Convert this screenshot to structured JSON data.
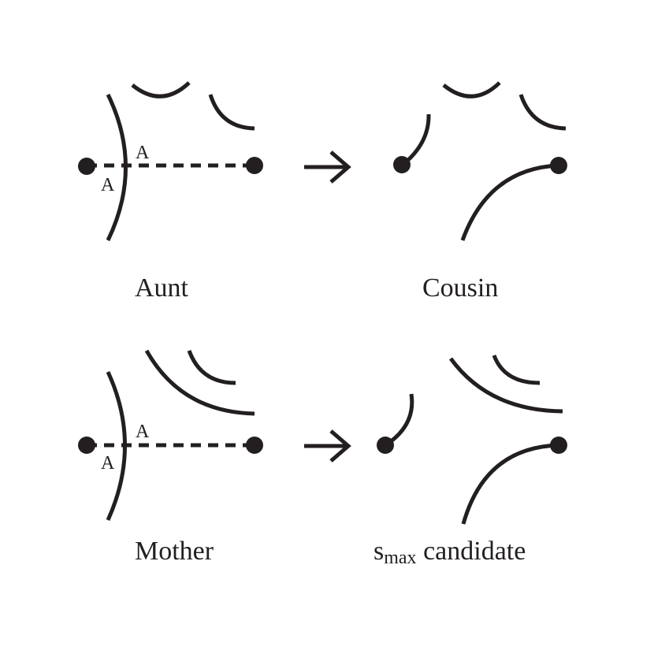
{
  "panels": {
    "aunt": {
      "caption": "Aunt",
      "mark_upper": "A",
      "mark_lower": "A"
    },
    "cousin": {
      "caption": "Cousin"
    },
    "mother": {
      "caption": "Mother",
      "mark_upper": "A",
      "mark_lower": "A"
    },
    "smax": {
      "caption_base": "s",
      "caption_sub": "max",
      "caption_rest": " candidate"
    }
  },
  "colors": {
    "ink": "#231f20",
    "background": "#ffffff"
  },
  "icons": {
    "transition": "right-arrow-icon",
    "endpoint": "dot-icon"
  }
}
